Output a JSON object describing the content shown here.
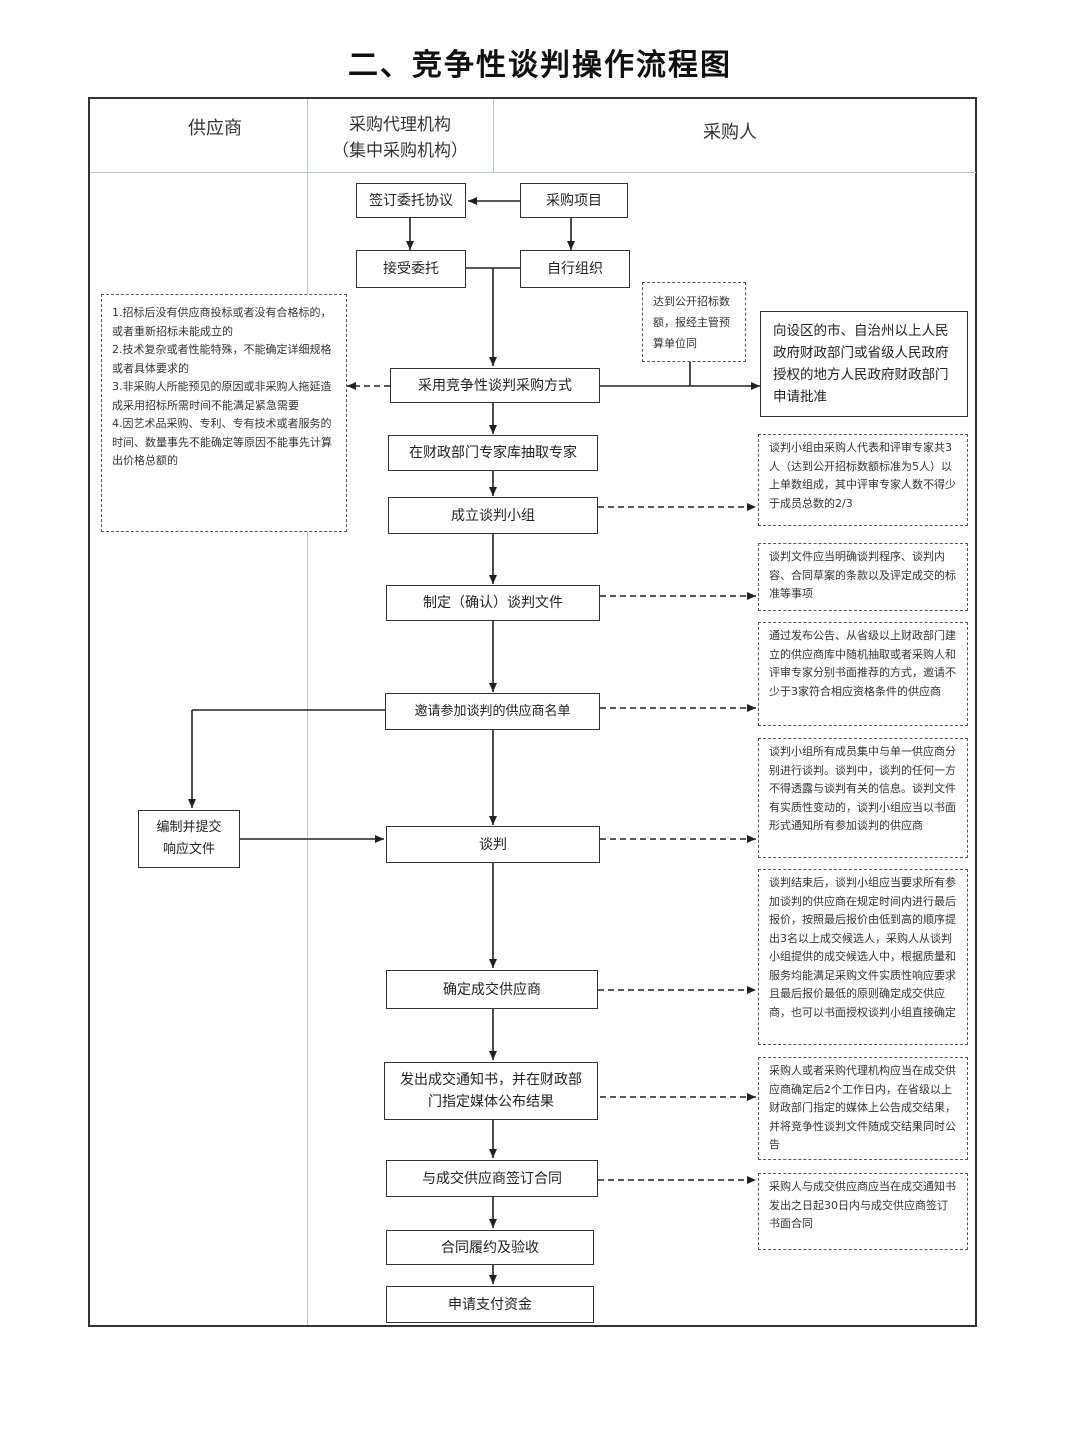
{
  "title": "二、竞争性谈判操作流程图",
  "lanes": {
    "supplier": "供应商",
    "agency_line1": "采购代理机构",
    "agency_line2": "（集中采购机构）",
    "purchaser": "采购人"
  },
  "steps": {
    "sign_agreement": "签订委托协议",
    "purchase_project": "采购项目",
    "accept_entrust": "接受委托",
    "self_organize": "自行组织",
    "adopt_method": "采用竞争性谈判采购方式",
    "extract_experts": "在财政部门专家库抽取专家",
    "form_team": "成立谈判小组",
    "prepare_docs": "制定（确认）谈判文件",
    "invite_list": "邀请参加谈判的供应商名单",
    "compile_response_line1": "编制并提交",
    "compile_response_line2": "响应文件",
    "negotiate": "谈判",
    "determine_supplier": "确定成交供应商",
    "issue_notice_line1": "发出成交通知书，并在财政部",
    "issue_notice_line2": "门指定媒体公布结果",
    "sign_contract": "与成交供应商签订合同",
    "perform_accept": "合同履约及验收",
    "apply_payment": "申请支付资金"
  },
  "notes": {
    "conditions": [
      "1.招标后没有供应商投标或者没有合格标的，或者重新招标未能成立的",
      "2.技术复杂或者性能特殊，不能确定详细规格或者具体要求的",
      "3.非采购人所能预见的原因或非采购人拖延造成采用招标所需时间不能满足紧急需要",
      "4.因艺术品采购、专利、专有技术或者服务的时间、数量事先不能确定等原因不能事先计算出价格总额的"
    ],
    "threshold": "达到公开招标数额，报经主管预算单位同",
    "approval": "向设区的市、自治州以上人民政府财政部门或省级人民政府授权的地方人民政府财政部门申请批准",
    "team_composition": "谈判小组由采购人代表和评审专家共3人（达到公开招标数额标准为5人）以上单数组成，其中评审专家人数不得少于成员总数的2/3",
    "doc_requirements": "谈判文件应当明确谈判程序、谈判内容、合同草案的条款以及评定成交的标准等事项",
    "invite_method": "通过发布公告、从省级以上财政部门建立的供应商库中随机抽取或者采购人和评审专家分别书面推荐的方式，邀请不少于3家符合相应资格条件的供应商",
    "negotiate_rules": "谈判小组所有成员集中与单一供应商分别进行谈判。谈判中，谈判的任何一方不得透露与谈判有关的信息。谈判文件有实质性变动的，谈判小组应当以书面形式通知所有参加谈判的供应商",
    "final_quote": "谈判结束后，谈判小组应当要求所有参加谈判的供应商在规定时间内进行最后报价，按照最后报价由低到高的顺序提出3名以上成交候选人，采购人从谈判小组提供的成交候选人中，根据质量和服务均能满足采购文件实质性响应要求且最后报价最低的原则确定成交供应商，也可以书面授权谈判小组直接确定",
    "publish_result": "采购人或者采购代理机构应当在成交供应商确定后2个工作日内，在省级以上财政部门指定的媒体上公告成交结果，并将竞争性谈判文件随成交结果同时公告",
    "contract_deadline": "采购人与成交供应商应当在成交通知书发出之日起30日内与成交供应商签订书面合同"
  }
}
